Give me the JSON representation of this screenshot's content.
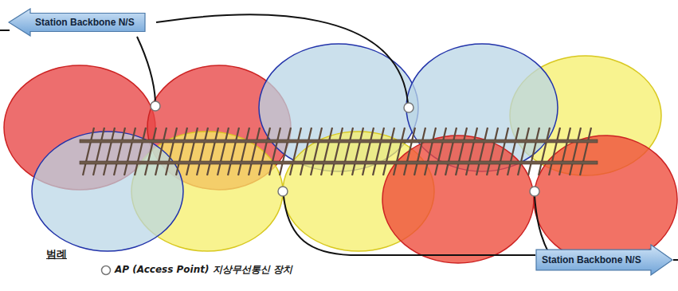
{
  "diagram": {
    "nodes": [
      {
        "text": [
          "Station Backbone N/S"
        ]
      },
      {
        "text": [
          "Station Backbone N/S"
        ]
      }
    ],
    "labels": [
      "범례"
    ],
    "legend": [
      {
        "text": "AP (Access Point) 지상무선통신 장치"
      }
    ]
  }
}
